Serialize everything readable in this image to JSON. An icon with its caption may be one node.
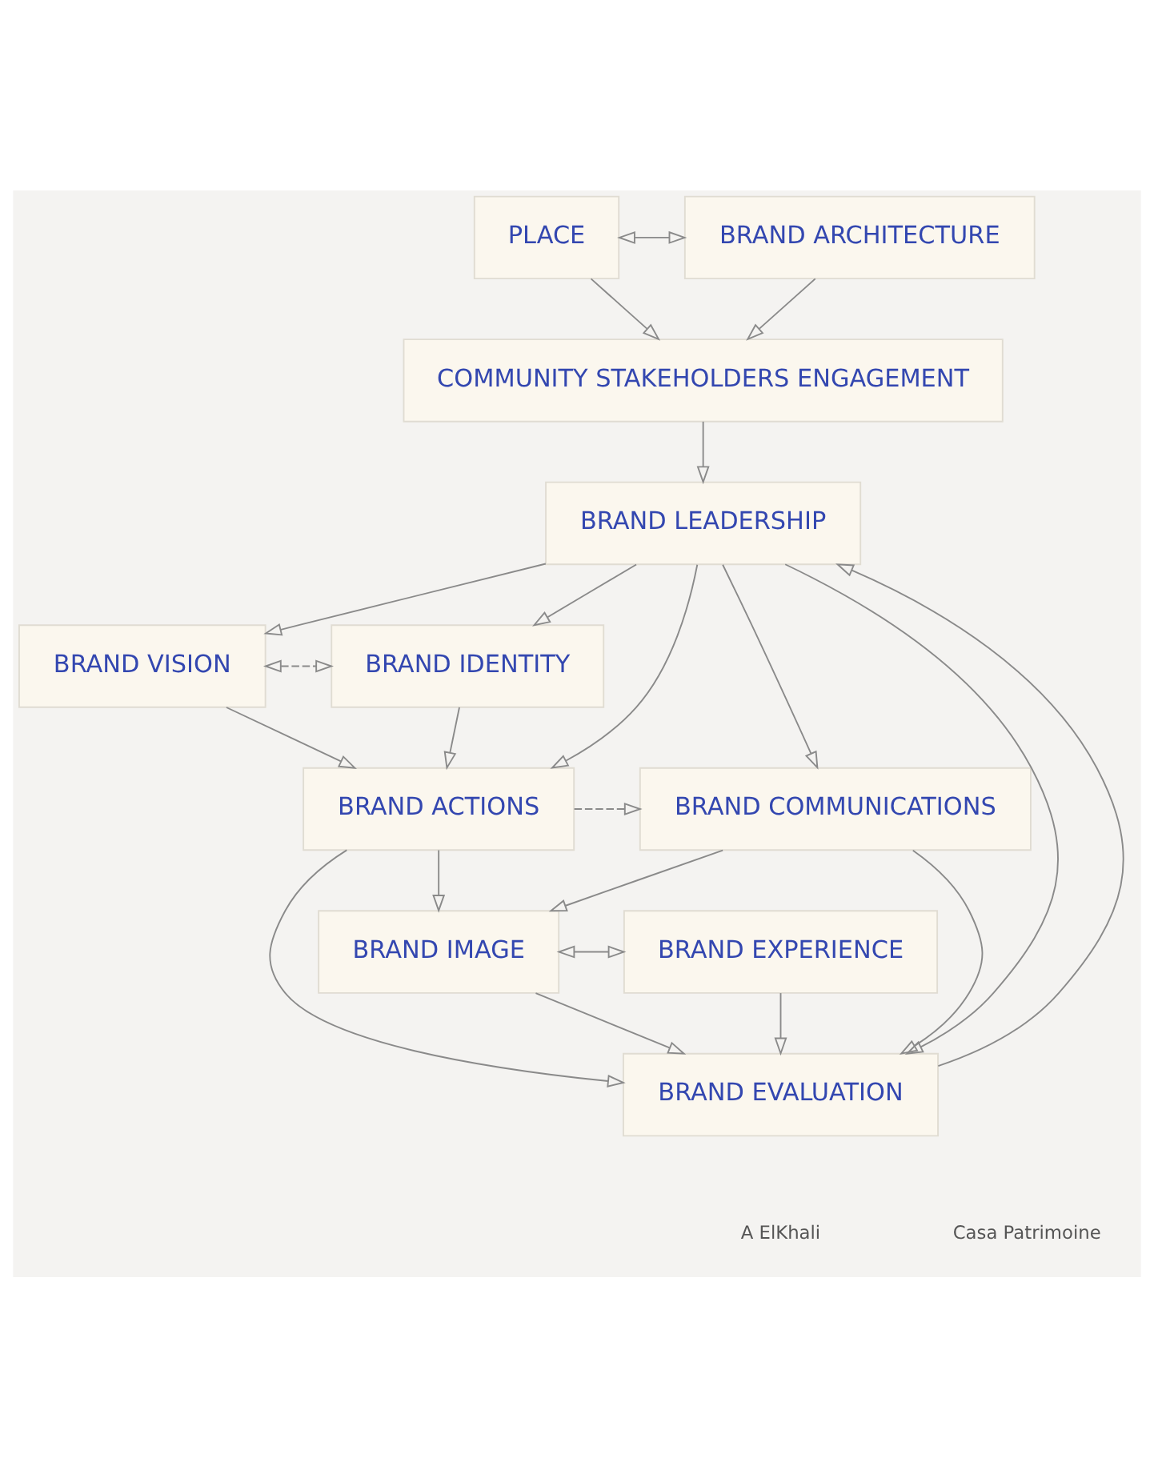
{
  "diagram": {
    "nodes": [
      {
        "text": [
          "PLACE"
        ]
      },
      {
        "text": [
          "BRAND ARCHITECTURE"
        ]
      },
      {
        "text": [
          "COMMUNITY STAKEHOLDERS ENGAGEMENT"
        ]
      },
      {
        "text": [
          "BRAND LEADERSHIP"
        ]
      },
      {
        "text": [
          "BRAND VISION"
        ]
      },
      {
        "text": [
          "BRAND IDENTITY"
        ]
      },
      {
        "text": [
          "BRAND ACTIONS"
        ]
      },
      {
        "text": [
          "BRAND COMMUNICATIONS"
        ]
      },
      {
        "text": [
          "BRAND IMAGE"
        ]
      },
      {
        "text": [
          "BRAND EXPERIENCE"
        ]
      },
      {
        "text": [
          "BRAND EVALUATION"
        ]
      }
    ],
    "edges": [
      {
        "from": 0,
        "to": 1,
        "arrow": "both"
      },
      {
        "from": 0,
        "to": 2,
        "arrow": "to"
      },
      {
        "from": 1,
        "to": 2,
        "arrow": "to"
      },
      {
        "from": 2,
        "to": 3,
        "arrow": "to"
      },
      {
        "from": 3,
        "to": 4,
        "arrow": "to"
      },
      {
        "from": 3,
        "to": 5,
        "arrow": "to"
      },
      {
        "from": 4,
        "to": 5,
        "arrow": "both",
        "style": "dashed"
      },
      {
        "from": 4,
        "to": 6,
        "arrow": "to"
      },
      {
        "from": 5,
        "to": 6,
        "arrow": "to"
      },
      {
        "from": 3,
        "to": 6,
        "arrow": "to"
      },
      {
        "from": 3,
        "to": 7,
        "arrow": "to"
      },
      {
        "from": 6,
        "to": 7,
        "arrow": "to",
        "style": "dashed"
      },
      {
        "from": 6,
        "to": 8,
        "arrow": "to"
      },
      {
        "from": 7,
        "to": 8,
        "arrow": "to"
      },
      {
        "from": 8,
        "to": 9,
        "arrow": "both"
      },
      {
        "from": 8,
        "to": 10,
        "arrow": "to"
      },
      {
        "from": 9,
        "to": 10,
        "arrow": "to"
      },
      {
        "from": 6,
        "to": 10,
        "arrow": "to"
      },
      {
        "from": 7,
        "to": 10,
        "arrow": "to"
      },
      {
        "from": 3,
        "to": 10,
        "arrow": "to"
      },
      {
        "from": 10,
        "to": 3,
        "arrow": "to"
      }
    ],
    "labels": [
      "A ElKhali",
      "Casa Patrimoine"
    ]
  }
}
